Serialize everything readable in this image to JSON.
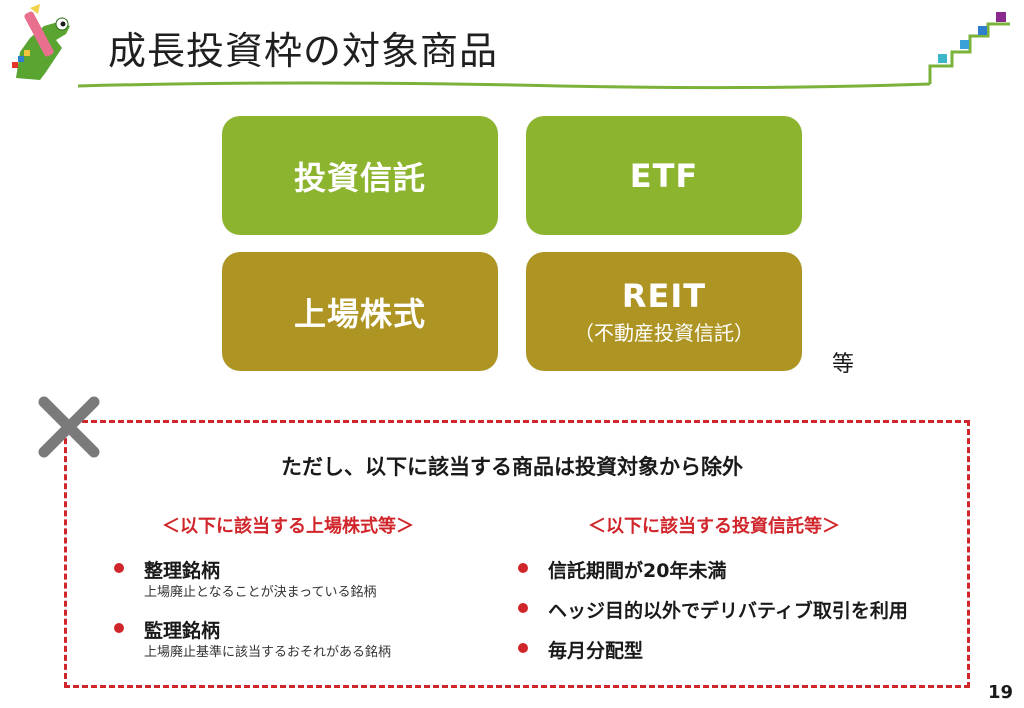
{
  "header": {
    "title": "成長投資枠の対象商品"
  },
  "cards": {
    "investment_trust": "投資信託",
    "etf": "ETF",
    "listed_stock": "上場株式",
    "reit": "REIT",
    "reit_note": "（不動産投資信託）"
  },
  "etc_label": "等",
  "exclusion": {
    "note": "ただし、以下に該当する商品は投資対象から除外",
    "left": {
      "heading": "＜以下に該当する上場株式等＞",
      "items": [
        {
          "title": "整理銘柄",
          "desc": "上場廃止となることが決まっている銘柄"
        },
        {
          "title": "監理銘柄",
          "desc": "上場廃止基準に該当するおそれがある銘柄"
        }
      ]
    },
    "right": {
      "heading": "＜以下に該当する投資信託等＞",
      "items": [
        {
          "title": "信託期間が20年未満"
        },
        {
          "title": "ヘッジ目的以外でデリバティブ取引を利用"
        },
        {
          "title": "毎月分配型"
        }
      ]
    }
  },
  "page_number": "19",
  "colors": {
    "green_card": "#8db42f",
    "olive_card": "#ad9423",
    "accent_red": "#d0262b",
    "header_line": "#7bb23a"
  }
}
